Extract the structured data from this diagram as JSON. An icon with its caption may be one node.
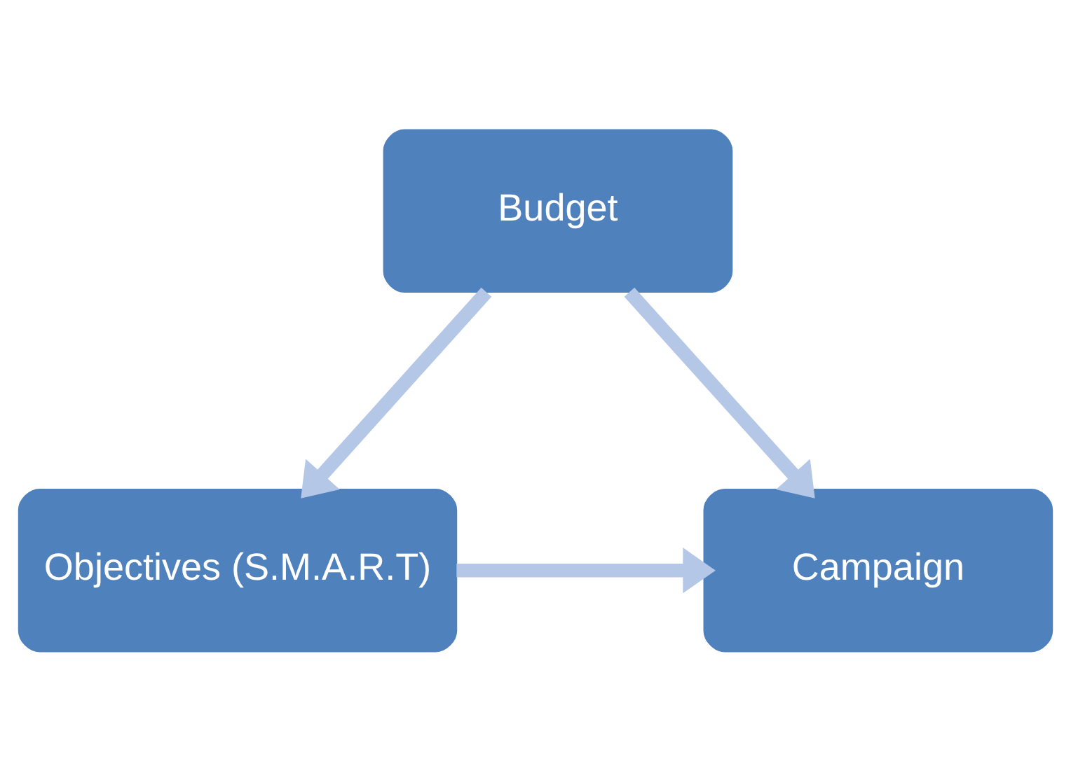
{
  "diagram": {
    "nodes": [
      {
        "text": [
          "Budget"
        ]
      },
      {
        "text": [
          "Objectives (S.M.A.R.T)"
        ]
      },
      {
        "text": [
          "Campaign"
        ]
      }
    ],
    "edges": [
      {
        "from": 0,
        "to": 1,
        "arrow": "to"
      },
      {
        "from": 0,
        "to": 2,
        "arrow": "to"
      },
      {
        "from": 1,
        "to": 2,
        "arrow": "to"
      }
    ]
  }
}
